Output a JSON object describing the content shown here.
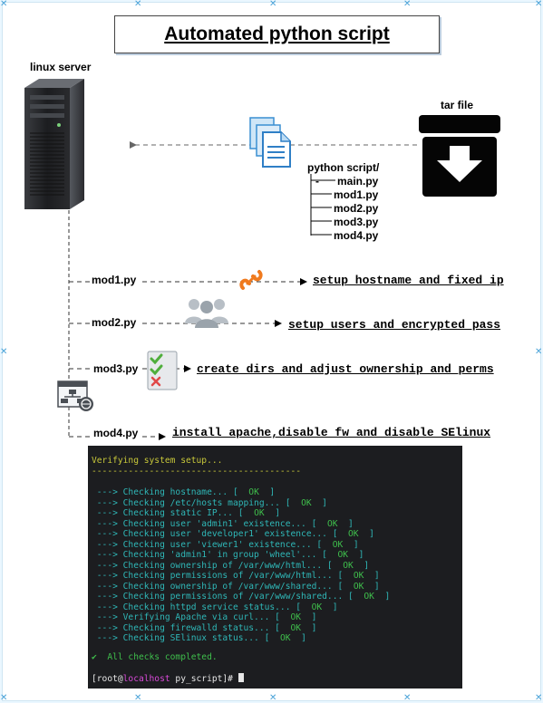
{
  "title": "Automated python script",
  "server_label": "linux server",
  "tar_label": "tar file",
  "tree": {
    "root": "python script/",
    "files": [
      "main.py",
      "mod1.py",
      "mod2.py",
      "mod3.py",
      "mod4.py"
    ]
  },
  "modules": [
    {
      "label": "mod1.py",
      "task": "setup hostname and fixed ip",
      "icon": "link-icon"
    },
    {
      "label": "mod2.py",
      "task": "setup users and encrypted pass",
      "icon": "users-icon"
    },
    {
      "label": "mod3.py",
      "task": "create dirs and adjust ownership and perms",
      "icon": "checklist-icon"
    },
    {
      "label": "mod4.py",
      "task": "install apache,disable fw and disable SElinux",
      "icon": "arrow-icon"
    }
  ],
  "terminal": {
    "header": "Verifying system setup...",
    "dashes": "----------------------------------------",
    "checks": [
      {
        "text": " ---> Checking hostname... [",
        "status": "OK"
      },
      {
        "text": " ---> Checking /etc/hosts mapping... [",
        "status": "OK"
      },
      {
        "text": " ---> Checking static IP... [",
        "status": "OK"
      },
      {
        "text": " ---> Checking user 'admin1' existence... [",
        "status": "OK"
      },
      {
        "text": " ---> Checking user 'developer1' existence... [",
        "status": "OK"
      },
      {
        "text": " ---> Checking user 'viewer1' existence... [",
        "status": "OK"
      },
      {
        "text": " ---> Checking 'admin1' in group 'wheel'... [",
        "status": "OK"
      },
      {
        "text": " ---> Checking ownership of /var/www/html... [",
        "status": "OK"
      },
      {
        "text": " ---> Checking permissions of /var/www/html... [",
        "status": "OK"
      },
      {
        "text": " ---> Checking ownership of /var/www/shared... [",
        "status": "OK"
      },
      {
        "text": " ---> Checking permissions of /var/www/shared... [",
        "status": "OK"
      },
      {
        "text": " ---> Checking httpd service status... [",
        "status": "OK"
      },
      {
        "text": " ---> Verifying Apache via curl... [",
        "status": "OK"
      },
      {
        "text": " ---> Checking firewalld status... [",
        "status": "OK"
      },
      {
        "text": " ---> Checking SElinux status... [",
        "status": "OK"
      }
    ],
    "done": "✔  All checks completed.",
    "prompt_user": "[root@",
    "prompt_host": "localhost",
    "prompt_path": " py_script]# "
  },
  "colors": {
    "accent_blue": "#2f8fd8",
    "link_orange": "#f07a1e",
    "terminal_bg": "#1c1d20",
    "terminal_cyan": "#2fb7b7",
    "terminal_yellow": "#c8c83a",
    "terminal_green": "#3fbf4c"
  }
}
